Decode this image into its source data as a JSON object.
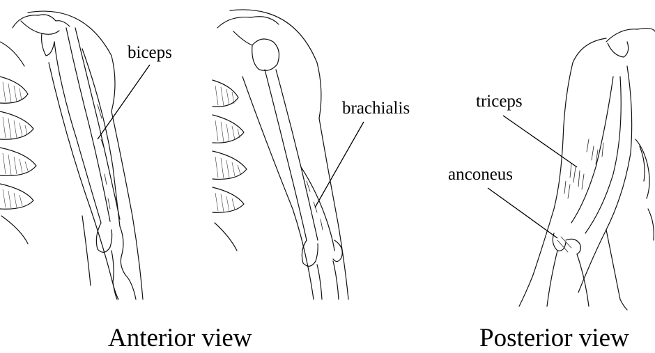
{
  "labels": {
    "biceps": "biceps",
    "brachialis": "brachialis",
    "triceps": "triceps",
    "anconeus": "anconeus"
  },
  "captions": {
    "anterior": "Anterior view",
    "posterior": "Posterior view"
  }
}
